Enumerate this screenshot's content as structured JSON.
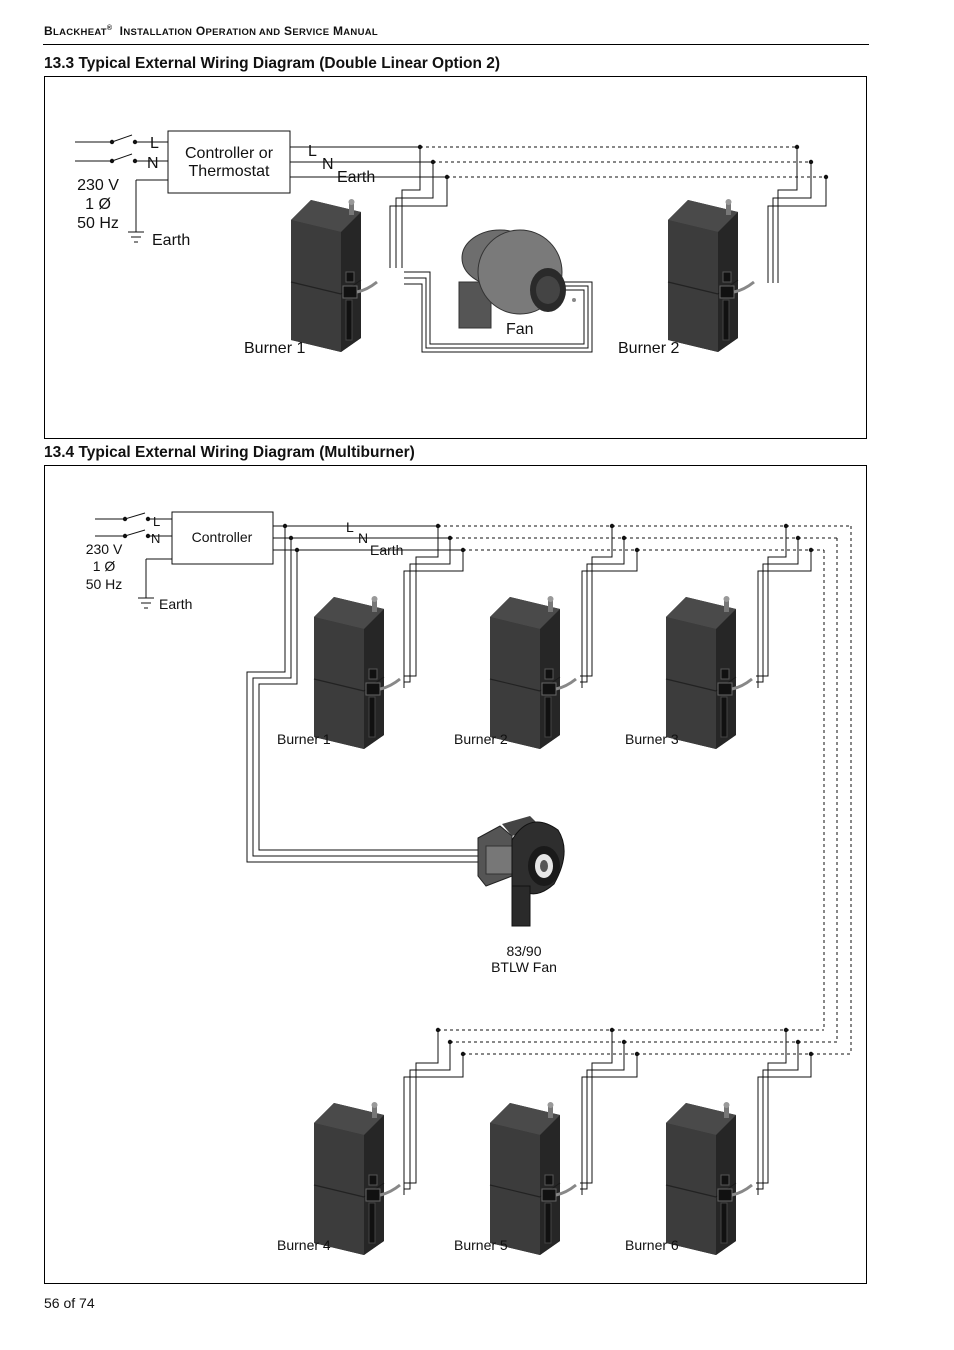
{
  "header": {
    "brand_initial": "B",
    "brand_rest": "LACKHEAT",
    "registered": "®",
    "words": [
      {
        "initial": "I",
        "rest": "NSTALLATION"
      },
      {
        "initial": "O",
        "rest": "PERATION AND"
      },
      {
        "initial": "S",
        "rest": "ERVICE"
      },
      {
        "initial": "M",
        "rest": "ANUAL"
      }
    ]
  },
  "section1": {
    "title": "13.3 Typical External Wiring Diagram (Double Linear Option 2)",
    "supply_l": "L",
    "supply_n": "N",
    "voltage": "230 V",
    "phase": "1 Ø",
    "frequency": "50 Hz",
    "earth": "Earth",
    "controller": [
      "Controller or",
      "Thermostat"
    ],
    "out_l": "L",
    "out_n": "N",
    "out_earth": "Earth",
    "fan": "Fan",
    "burner1": "Burner 1",
    "burner2": "Burner 2"
  },
  "section2": {
    "title": "13.4 Typical External Wiring Diagram (Multiburner)",
    "supply_l": "L",
    "supply_n": "N",
    "voltage": "230 V",
    "phase": "1 Ø",
    "frequency": "50 Hz",
    "earth": "Earth",
    "controller": "Controller",
    "out_l": "L",
    "out_n": "N",
    "out_earth": "Earth",
    "fan_line1": "83/90",
    "fan_line2": "BTLW Fan",
    "burners": [
      "Burner 1",
      "Burner 2",
      "Burner 3",
      "Burner 4",
      "Burner 5",
      "Burner 6"
    ]
  },
  "footer": {
    "page": "56 of 74"
  },
  "colors": {
    "burner_body": "#3c3c3c",
    "burner_dark": "#262626",
    "burner_light": "#555555",
    "fan_body": "#6e6e6e"
  }
}
